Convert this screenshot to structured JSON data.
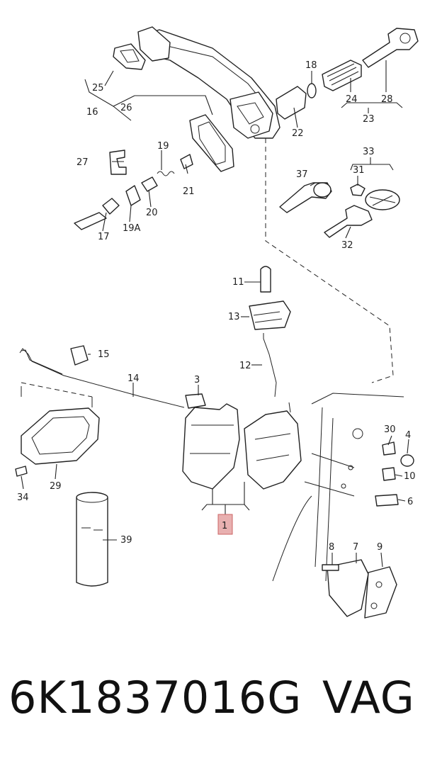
{
  "labels": {
    "l1": "1",
    "l3": "3",
    "l4": "4",
    "l6": "6",
    "l7": "7",
    "l8": "8",
    "l9": "9",
    "l10": "10",
    "l11": "11",
    "l12": "12",
    "l13": "13",
    "l14": "14",
    "l15": "15",
    "l16": "16",
    "l17": "17",
    "l18": "18",
    "l19": "19",
    "l19a": "19A",
    "l20": "20",
    "l21": "21",
    "l22": "22",
    "l23": "23",
    "l24": "24",
    "l25": "25",
    "l26": "26",
    "l27": "27",
    "l28": "28",
    "l29": "29",
    "l30": "30",
    "l31": "31",
    "l32": "32",
    "l33": "33",
    "l34": "34",
    "l37": "37",
    "l39": "39"
  },
  "highlight_color": "#e8b0b0",
  "footer": {
    "part_number": "6K1837016G",
    "brand": "VAG"
  }
}
